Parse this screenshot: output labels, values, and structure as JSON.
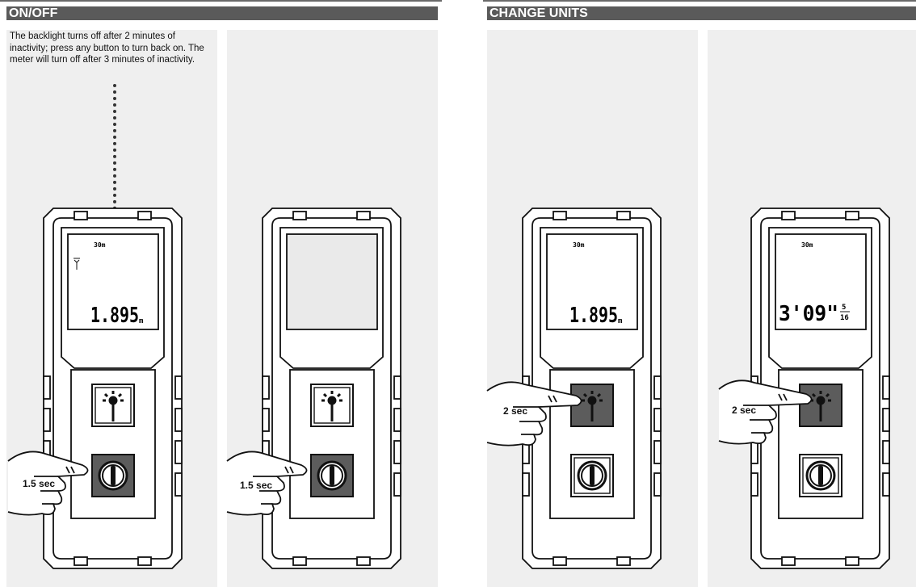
{
  "sections": [
    {
      "title": "ON/OFF"
    },
    {
      "title": "CHANGE UNITS"
    }
  ],
  "note": "The backlight turns off after 2 minutes of inactivity; press any button to turn back on. The meter will turn off after 3 minutes of inactivity.",
  "devices": [
    {
      "range": "30m",
      "reading": "1.895",
      "unit": "m",
      "press_label": "1.5 sec",
      "pressed": "power",
      "screen_on": true
    },
    {
      "range": "",
      "reading": "",
      "unit": "",
      "press_label": "1.5 sec",
      "pressed": "power",
      "screen_on": false
    },
    {
      "range": "30m",
      "reading": "1.895",
      "unit": "m",
      "press_label": "2 sec",
      "pressed": "light",
      "screen_on": true
    },
    {
      "range": "30m",
      "reading": "3'09\"",
      "fraction_top": "5",
      "fraction_bottom": "16",
      "press_label": "2 sec",
      "pressed": "light",
      "screen_on": true
    }
  ],
  "icons": [
    "laser-icon",
    "backlight-button-icon",
    "power-button-icon",
    "pointing-hand-icon"
  ],
  "colors": {
    "header": "#5a5a5a",
    "panel": "#efefef",
    "pressed_button": "#5c5c5c",
    "outline": "#111111"
  }
}
